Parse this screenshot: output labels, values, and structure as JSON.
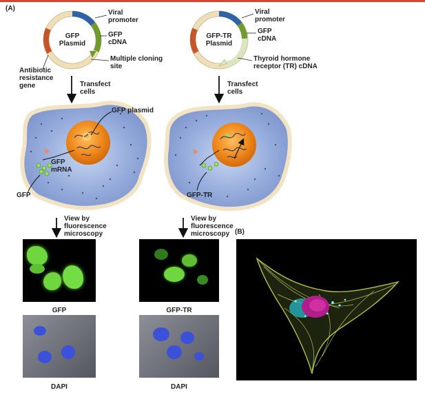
{
  "panel_a_label": "(A)",
  "panel_b_label": "(B)",
  "left": {
    "plasmid_name": "GFP\nPlasmid",
    "viral_promoter": "Viral\npromoter",
    "cdna": "GFP\ncDNA",
    "cloning_site": "Multiple cloning\nsite",
    "antibiotic": "Antibiotic\nresistance\ngene",
    "transfect": "Transfect\ncells",
    "gfp_plasmid": "GFP plasmid",
    "mrna": "GFP\nmRNA",
    "protein": "GFP",
    "view": "View by\nfluorescence\nmicroscopy",
    "micro_label": "GFP",
    "dapi_label": "DAPI"
  },
  "right": {
    "plasmid_name": "GFP-TR\nPlasmid",
    "viral_promoter": "Viral\npromoter",
    "cdna": "GFP\ncDNA",
    "receptor": "Thyroid hormone\nreceptor (TR) cDNA",
    "transfect": "Transfect\ncells",
    "protein": "GFP-TR",
    "view": "View by\nfluorescence\nmicroscopy",
    "micro_label": "GFP-TR",
    "dapi_label": "DAPI"
  },
  "colors": {
    "promoter": "#2f63a8",
    "gfp_cdna": "#6f9b2e",
    "antibiotic": "#c4562c",
    "plasmid_ring": "#eedfb8",
    "cell_body": "#8aa3d6",
    "cell_border": "#f2e3c4",
    "nucleus": "#f08a1c",
    "gfp_green": "#7be04a",
    "dapi_blue": "#3b52d8",
    "accent_line": "#d8442c"
  }
}
